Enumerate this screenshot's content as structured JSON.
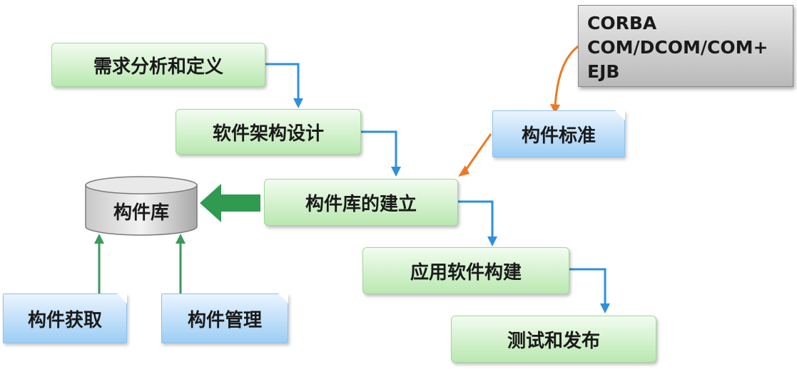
{
  "nodes": {
    "requirements": "需求分析和定义",
    "architecture": "软件架构设计",
    "library_build": "构件库的建立",
    "app_build": "应用软件构建",
    "test_release": "测试和发布",
    "component_standard": "构件标准",
    "component_library": "构件库",
    "component_acquire": "构件获取",
    "component_manage": "构件管理"
  },
  "standards_note": [
    "CORBA",
    "COM/DCOM/COM+",
    "EJB"
  ],
  "colors": {
    "flow_arrow": "#2e8fe0",
    "standard_arrow": "#f07820",
    "library_arrow": "#3a9a5a",
    "green_box": "#b9e8b0",
    "blue_box": "#9ccdf4",
    "gray_note": "#b9b9b9"
  }
}
